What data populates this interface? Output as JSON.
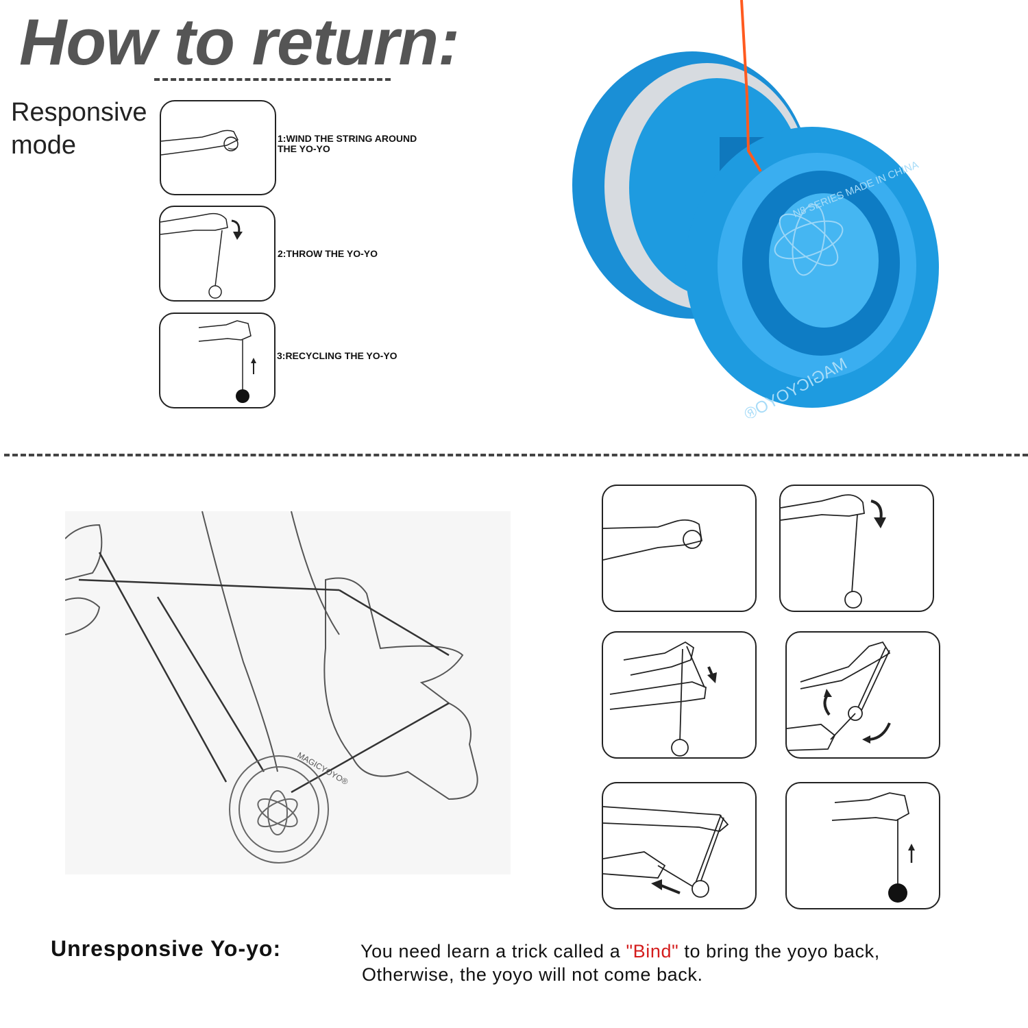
{
  "header": {
    "title": "How to return:"
  },
  "responsive": {
    "mode_label": "Responsive\nmode",
    "steps": [
      {
        "label": "1:WIND THE STRING AROUND\n   THE YO-YO"
      },
      {
        "label": "2:THROW THE YO-YO"
      },
      {
        "label": "3:RECYCLING THE YO-YO"
      }
    ]
  },
  "product": {
    "ring_text_top": "N8 SERIES MADE IN CHINA",
    "brand": "MAGICYOYO®",
    "colors": {
      "body": "#1e9be0",
      "silver": "#d7dbe0",
      "string": "#ff5a1f",
      "bearing": "#e8c040"
    }
  },
  "sketch": {
    "brand": "MAGICYOYO®"
  },
  "footer": {
    "heading": "Unresponsive Yo-yo:",
    "line1_pre": "You need learn a trick called a ",
    "bind_word": "\"Bind\"",
    "line1_post": " to bring the yoyo back,",
    "line2": "Otherwise, the yoyo will not come back.",
    "accent_color": "#d41d1d"
  }
}
